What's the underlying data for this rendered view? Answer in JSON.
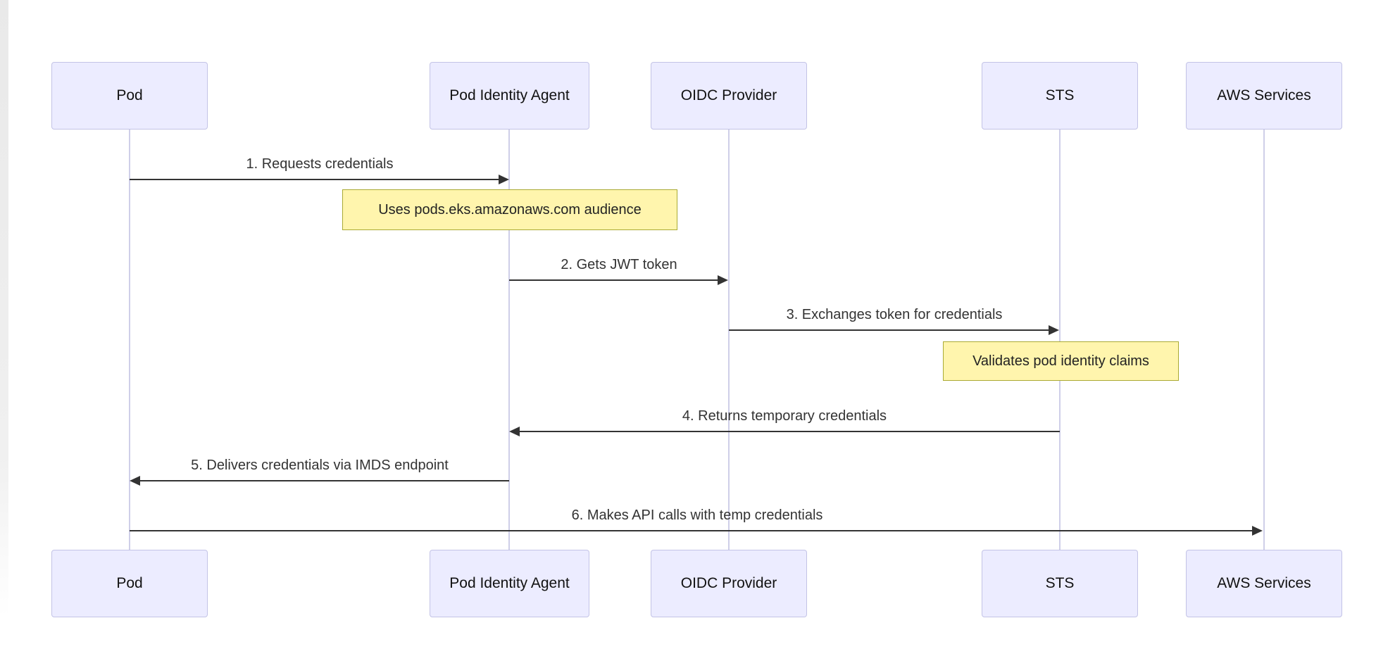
{
  "diagram_type": "sequence",
  "actors": [
    {
      "id": "pod",
      "label": "Pod"
    },
    {
      "id": "pod-identity-agent",
      "label": "Pod Identity Agent"
    },
    {
      "id": "oidc-provider",
      "label": "OIDC Provider"
    },
    {
      "id": "sts",
      "label": "STS"
    },
    {
      "id": "aws-services",
      "label": "AWS Services"
    }
  ],
  "messages": [
    {
      "label": "1. Requests credentials",
      "from": "Pod",
      "to": "Pod Identity Agent",
      "direction": "right"
    },
    {
      "label": "2. Gets JWT token",
      "from": "Pod Identity Agent",
      "to": "OIDC Provider",
      "direction": "right"
    },
    {
      "label": "3. Exchanges token for credentials",
      "from": "OIDC Provider",
      "to": "STS",
      "direction": "right"
    },
    {
      "label": "4. Returns temporary credentials",
      "from": "STS",
      "to": "Pod Identity Agent",
      "direction": "left"
    },
    {
      "label": "5. Delivers credentials via IMDS endpoint",
      "from": "Pod Identity Agent",
      "to": "Pod",
      "direction": "left"
    },
    {
      "label": "6. Makes API calls with temp credentials",
      "from": "Pod",
      "to": "AWS Services",
      "direction": "right"
    }
  ],
  "notes": [
    {
      "label": "Uses pods.eks.amazonaws.com audience",
      "over": "Pod Identity Agent"
    },
    {
      "label": "Validates pod identity claims",
      "over": "STS"
    }
  ],
  "colors": {
    "actor_fill": "#ECECFF",
    "actor_border": "#C3C3E6",
    "note_fill": "#FFF5AD",
    "note_border": "#AAAA33",
    "lifeline": "#CFCFE8",
    "arrow": "#333333",
    "message_text": "#333333"
  }
}
